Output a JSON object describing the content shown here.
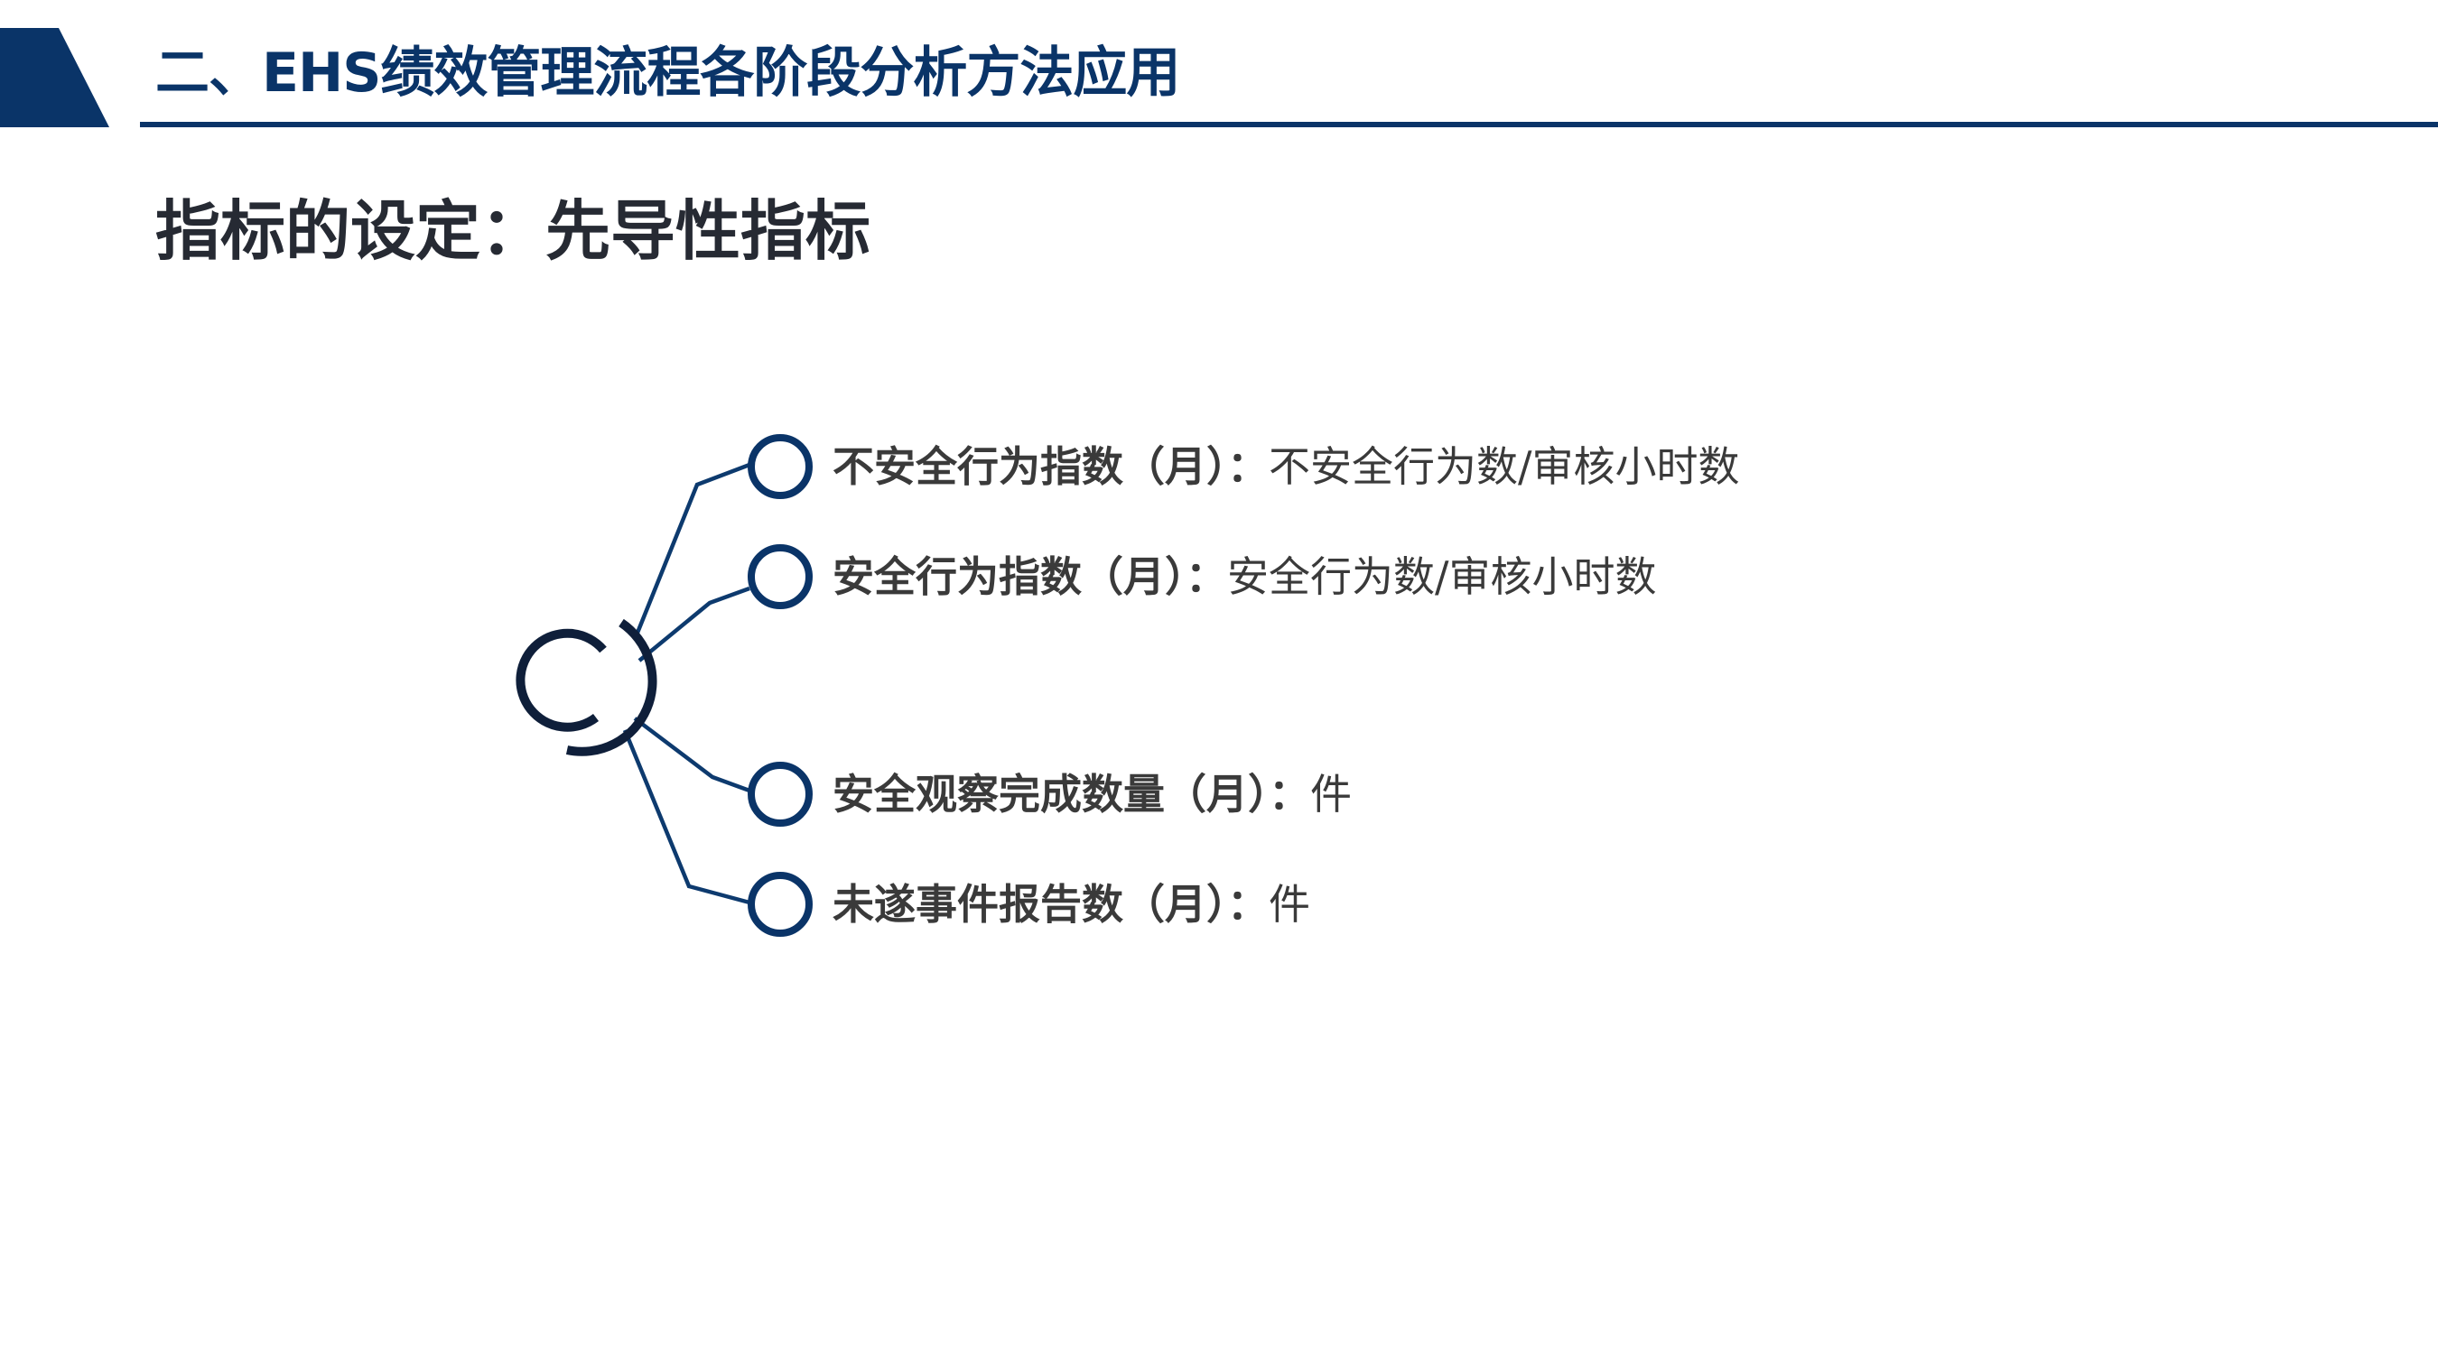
{
  "header": {
    "title": "二、EHS绩效管理流程各阶段分析方法应用",
    "accent_color": "#0a3468"
  },
  "slide": {
    "subtitle": "指标的设定：先导性指标",
    "items": [
      {
        "label": "不安全行为指数（月）",
        "sep": "：",
        "value": "不安全行为数/审核小时数"
      },
      {
        "label": "安全行为指数（月）",
        "sep": "：",
        "value": "安全行为数/审核小时数"
      },
      {
        "label": "安全观察完成数量（月）",
        "sep": "：",
        "value": "件"
      },
      {
        "label": "未遂事件报告数（月）",
        "sep": "：",
        "value": "件"
      }
    ]
  }
}
